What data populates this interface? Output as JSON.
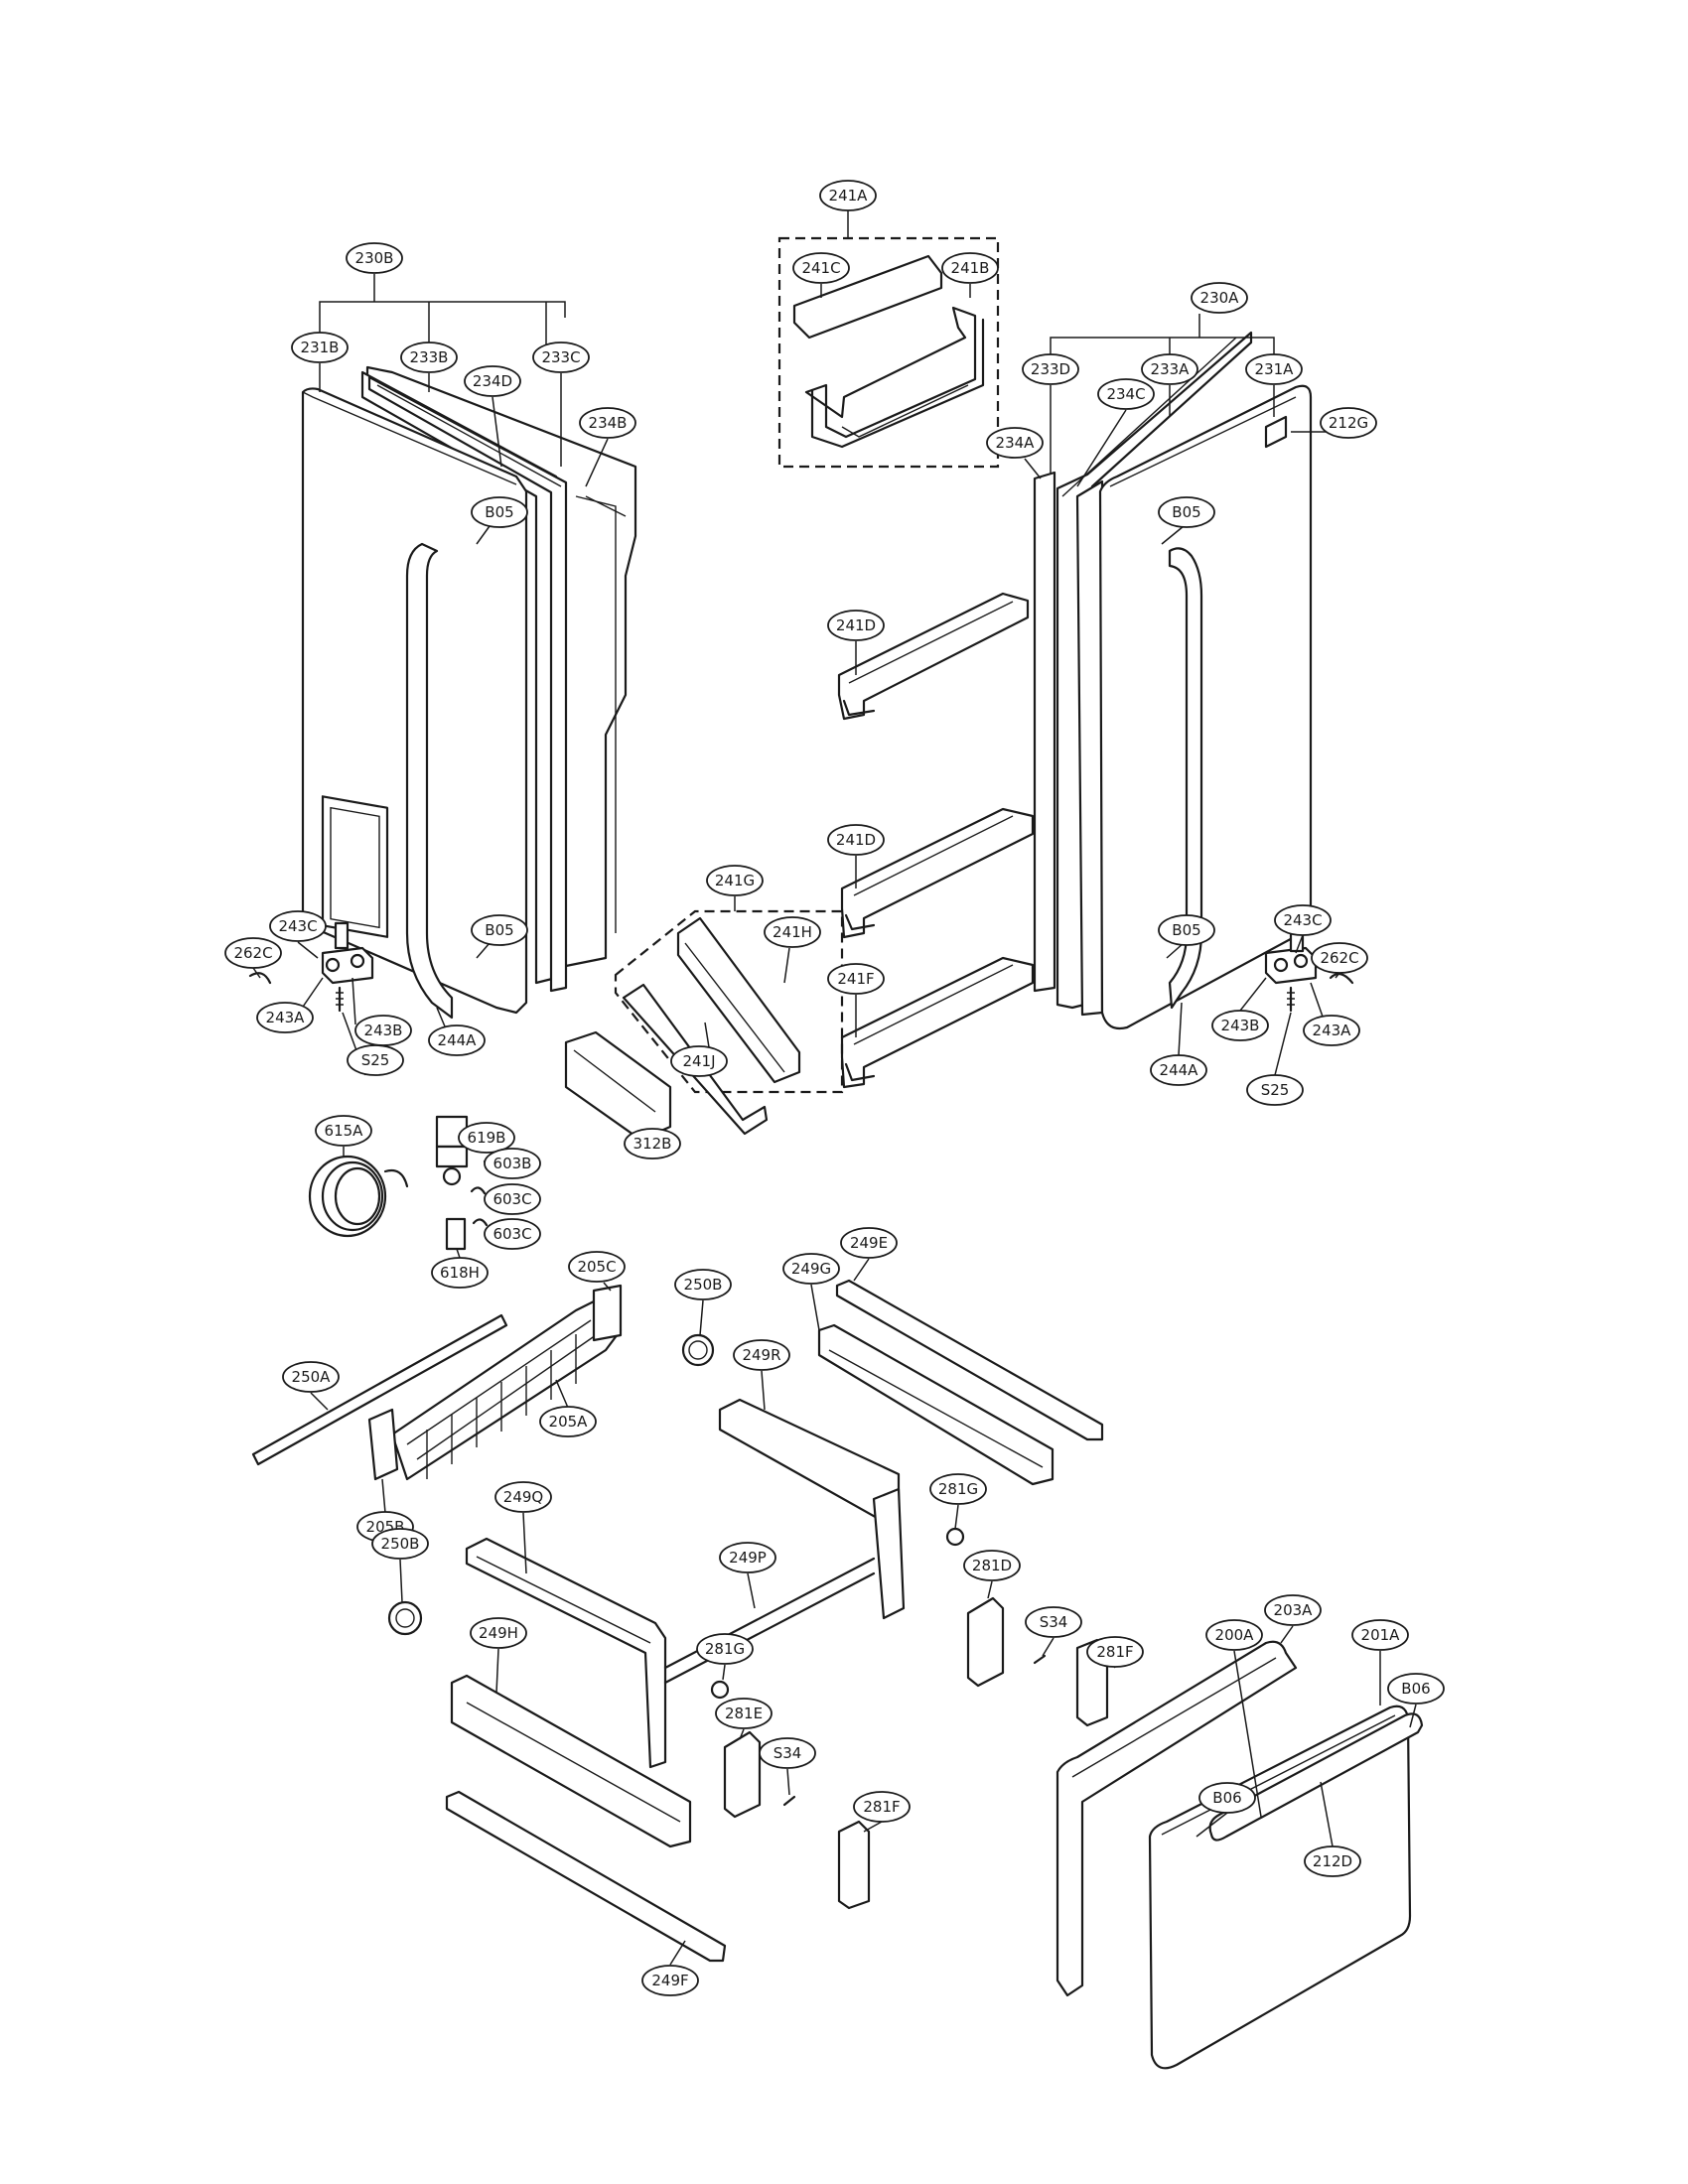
{
  "diagram": {
    "callouts": [
      {
        "id": "c-241A",
        "label": "241A"
      },
      {
        "id": "c-241C",
        "label": "241C"
      },
      {
        "id": "c-241B",
        "label": "241B"
      },
      {
        "id": "c-230B",
        "label": "230B"
      },
      {
        "id": "c-231B",
        "label": "231B"
      },
      {
        "id": "c-233B",
        "label": "233B"
      },
      {
        "id": "c-234D",
        "label": "234D"
      },
      {
        "id": "c-233C",
        "label": "233C"
      },
      {
        "id": "c-234B",
        "label": "234B"
      },
      {
        "id": "c-B05-1",
        "label": "B05"
      },
      {
        "id": "c-B05-2",
        "label": "B05"
      },
      {
        "id": "c-243C-L",
        "label": "243C"
      },
      {
        "id": "c-262C-L",
        "label": "262C"
      },
      {
        "id": "c-243A-L",
        "label": "243A"
      },
      {
        "id": "c-243B-L",
        "label": "243B"
      },
      {
        "id": "c-244A-L",
        "label": "244A"
      },
      {
        "id": "c-S25-L",
        "label": "S25"
      },
      {
        "id": "c-230A",
        "label": "230A"
      },
      {
        "id": "c-233D",
        "label": "233D"
      },
      {
        "id": "c-233A",
        "label": "233A"
      },
      {
        "id": "c-231A",
        "label": "231A"
      },
      {
        "id": "c-234C",
        "label": "234C"
      },
      {
        "id": "c-212G",
        "label": "212G"
      },
      {
        "id": "c-234A",
        "label": "234A"
      },
      {
        "id": "c-B05-3",
        "label": "B05"
      },
      {
        "id": "c-B05-4",
        "label": "B05"
      },
      {
        "id": "c-241D-1",
        "label": "241D"
      },
      {
        "id": "c-241D-2",
        "label": "241D"
      },
      {
        "id": "c-241F",
        "label": "241F"
      },
      {
        "id": "c-241G",
        "label": "241G"
      },
      {
        "id": "c-241H",
        "label": "241H"
      },
      {
        "id": "c-241J",
        "label": "241J"
      },
      {
        "id": "c-243C-R",
        "label": "243C"
      },
      {
        "id": "c-262C-R",
        "label": "262C"
      },
      {
        "id": "c-243A-R",
        "label": "243A"
      },
      {
        "id": "c-243B-R",
        "label": "243B"
      },
      {
        "id": "c-244A-R",
        "label": "244A"
      },
      {
        "id": "c-S25-R",
        "label": "S25"
      },
      {
        "id": "c-615A",
        "label": "615A"
      },
      {
        "id": "c-619B",
        "label": "619B"
      },
      {
        "id": "c-603B",
        "label": "603B"
      },
      {
        "id": "c-603C-1",
        "label": "603C"
      },
      {
        "id": "c-603C-2",
        "label": "603C"
      },
      {
        "id": "c-618H",
        "label": "618H"
      },
      {
        "id": "c-312B",
        "label": "312B"
      },
      {
        "id": "c-205C",
        "label": "205C"
      },
      {
        "id": "c-250B-1",
        "label": "250B"
      },
      {
        "id": "c-249E",
        "label": "249E"
      },
      {
        "id": "c-249G",
        "label": "249G"
      },
      {
        "id": "c-250A",
        "label": "250A"
      },
      {
        "id": "c-205A",
        "label": "205A"
      },
      {
        "id": "c-249R",
        "label": "249R"
      },
      {
        "id": "c-205B",
        "label": "205B"
      },
      {
        "id": "c-281G-1",
        "label": "281G"
      },
      {
        "id": "c-249Q",
        "label": "249Q"
      },
      {
        "id": "c-250B-2",
        "label": "250B"
      },
      {
        "id": "c-249P",
        "label": "249P"
      },
      {
        "id": "c-281D",
        "label": "281D"
      },
      {
        "id": "c-S34-1",
        "label": "S34"
      },
      {
        "id": "c-281F-1",
        "label": "281F"
      },
      {
        "id": "c-203A",
        "label": "203A"
      },
      {
        "id": "c-200A",
        "label": "200A"
      },
      {
        "id": "c-201A",
        "label": "201A"
      },
      {
        "id": "c-249H",
        "label": "249H"
      },
      {
        "id": "c-281G-2",
        "label": "281G"
      },
      {
        "id": "c-B06-1",
        "label": "B06"
      },
      {
        "id": "c-281E",
        "label": "281E"
      },
      {
        "id": "c-S34-2",
        "label": "S34"
      },
      {
        "id": "c-B06-2",
        "label": "B06"
      },
      {
        "id": "c-281F-2",
        "label": "281F"
      },
      {
        "id": "c-212D",
        "label": "212D"
      },
      {
        "id": "c-249F",
        "label": "249F"
      }
    ]
  }
}
